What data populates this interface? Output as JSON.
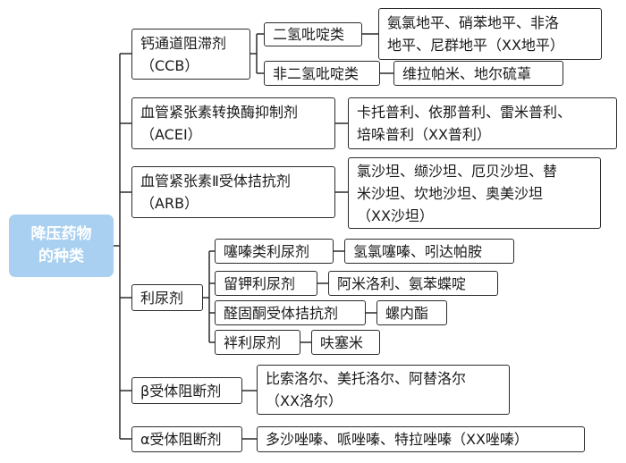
{
  "root": {
    "line1": "降压药物",
    "line2": "的种类"
  },
  "ccb": {
    "line1": "钙通道阻滞剂",
    "line2": "（CCB）",
    "dihydro": {
      "label": "二氢吡啶类",
      "drugs_line1": "氨氯地平、硝苯地平、非洛",
      "drugs_line2": "地平、尼群地平（XX地平）"
    },
    "nondihydro": {
      "label": "非二氢吡啶类",
      "drugs": "维拉帕米、地尔硫䓬"
    }
  },
  "acei": {
    "line1": "血管紧张素转换酶抑制剂",
    "line2": "（ACEI）",
    "drugs_line1": "卡托普利、依那普利、雷米普利、",
    "drugs_line2": "培哚普利（XX普利）"
  },
  "arb": {
    "line1": "血管紧张素Ⅱ受体拮抗剂",
    "line2": "（ARB）",
    "drugs_line1": "氯沙坦、缬沙坦、厄贝沙坦、替",
    "drugs_line2": "米沙坦、坎地沙坦、奥美沙坦",
    "drugs_line3": "（XX沙坦）"
  },
  "diuretic": {
    "label": "利尿剂",
    "items": [
      {
        "name": "噻嗪类利尿剂",
        "drugs": "氢氯噻嗪、吲达帕胺"
      },
      {
        "name": "留钾利尿剂",
        "drugs": "阿米洛利、氨苯蝶啶"
      },
      {
        "name": "醛固酮受体拮抗剂",
        "drugs": "螺内酯"
      },
      {
        "name": "袢利尿剂",
        "drugs": "呋塞米"
      }
    ]
  },
  "beta": {
    "label": "β受体阻断剂",
    "drugs_line1": "比索洛尔、美托洛尔、阿替洛尔",
    "drugs_line2": "（XX洛尔）"
  },
  "alpha": {
    "label": "α受体阻断剂",
    "drugs": "多沙唑嗪、哌唑嗪、特拉唑嗪（XX唑嗪）"
  }
}
